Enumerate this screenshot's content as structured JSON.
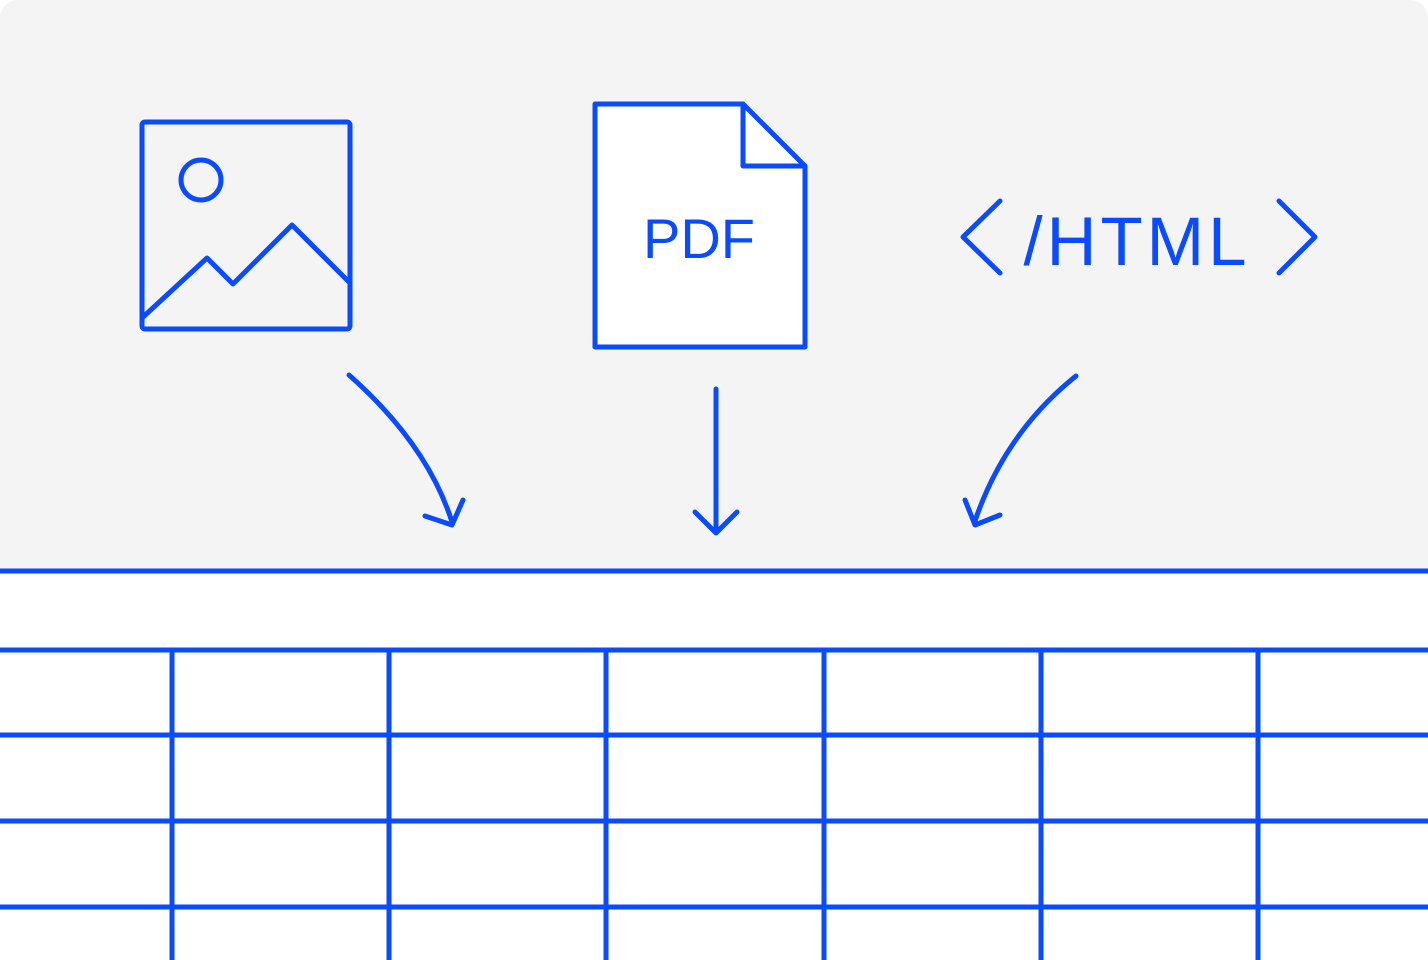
{
  "colors": {
    "accent": "#0a4bff",
    "panel_background": "#f4f4f5",
    "table_background": "#ffffff"
  },
  "icons": {
    "image": "image-icon",
    "pdf": "pdf-file-icon",
    "html": "html-code-icon"
  },
  "labels": {
    "pdf": "PDF",
    "html": "/HTML"
  },
  "table": {
    "visible_row_lines": 4,
    "visible_columns": 7
  }
}
